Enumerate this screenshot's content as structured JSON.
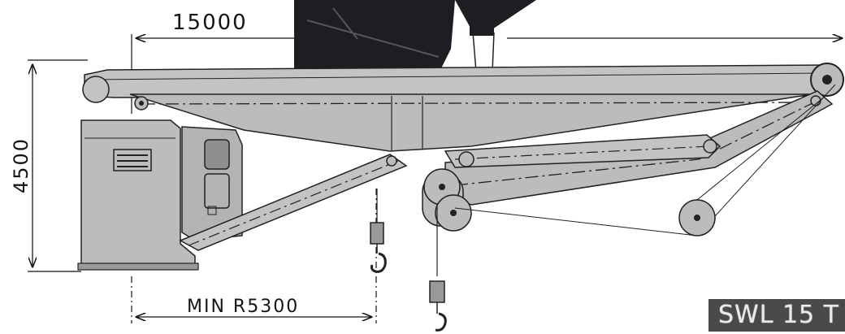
{
  "dimensions": {
    "outreach": "15000",
    "height": "4500",
    "min_radius": "MIN R5300"
  },
  "badge": {
    "swl": "SWL 15 T"
  },
  "colors": {
    "structure": "#bcbcbc",
    "outline": "#222222",
    "vessel": "#1d1d22",
    "badge_bg": "#4a4a4a",
    "badge_text": "#e9e9e9"
  },
  "icons": {
    "hook": "crane-hook-icon",
    "cab_window": "window-icon"
  }
}
